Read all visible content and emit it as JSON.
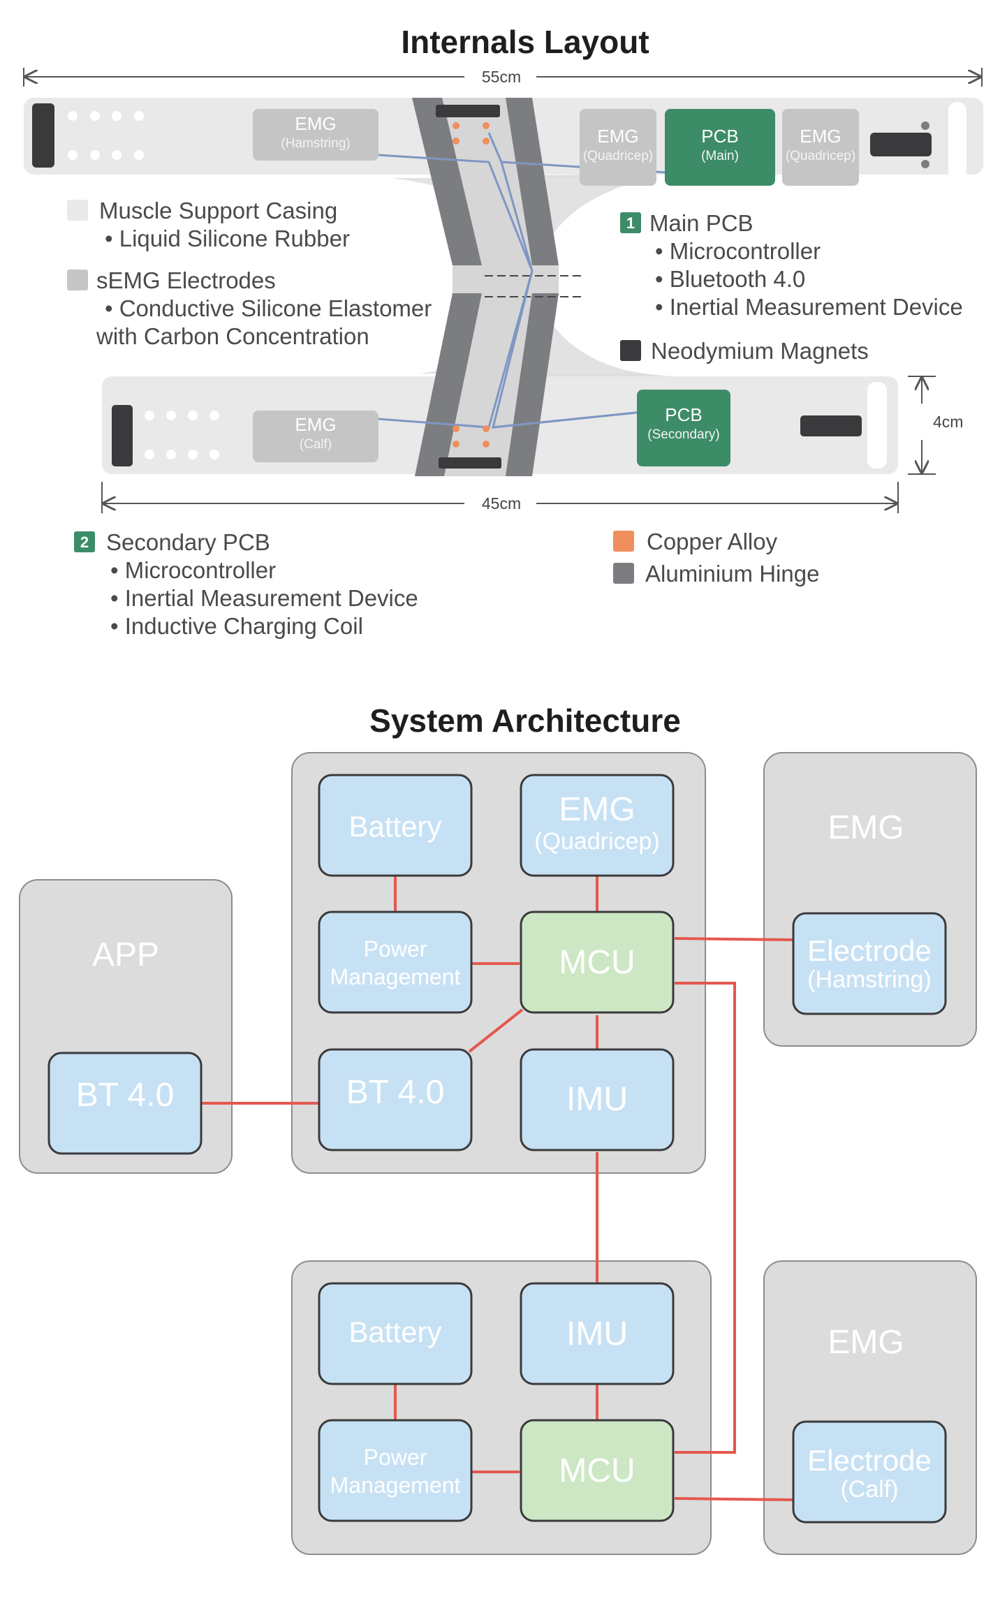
{
  "internals": {
    "title": "Internals Layout",
    "dim_top": "55cm",
    "dim_bottom": "45cm",
    "dim_height": "4cm",
    "components": {
      "emg_hamstring": {
        "label": "EMG",
        "sub": "(Hamstring)"
      },
      "emg_quad_left": {
        "label": "EMG",
        "sub": "(Quadricep)"
      },
      "pcb_main": {
        "label": "PCB",
        "sub": "(Main)"
      },
      "emg_quad_right": {
        "label": "EMG",
        "sub": "(Quadricep)"
      },
      "emg_calf": {
        "label": "EMG",
        "sub": "(Calf)"
      },
      "pcb_secondary": {
        "label": "PCB",
        "sub": "(Secondary)"
      }
    },
    "legend": {
      "casing": {
        "title": "Muscle Support Casing",
        "items": [
          "• Liquid Silicone Rubber"
        ]
      },
      "electrodes": {
        "title": "sEMG Electrodes",
        "items": [
          "• Conductive Silicone Elastomer",
          "with Carbon Concentration"
        ]
      },
      "main_pcb": {
        "number": "1",
        "title": "Main PCB",
        "items": [
          "• Microcontroller",
          "• Bluetooth 4.0",
          "• Inertial Measurement Device"
        ]
      },
      "magnets": {
        "title": "Neodymium Magnets"
      },
      "secondary_pcb": {
        "number": "2",
        "title": "Secondary PCB",
        "items": [
          "• Microcontroller",
          "• Inertial Measurement Device",
          "• Inductive Charging Coil"
        ]
      },
      "copper": {
        "title": "Copper Alloy"
      },
      "hinge": {
        "title": "Aluminium Hinge"
      }
    }
  },
  "architecture": {
    "title": "System Architecture",
    "app_group": {
      "label": "APP",
      "bt": "BT 4.0"
    },
    "main_group": {
      "battery": "Battery",
      "emg": {
        "label": "EMG",
        "sub": "(Quadricep)"
      },
      "power": [
        "Power",
        "Management"
      ],
      "mcu": "MCU",
      "bt": "BT 4.0",
      "imu": "IMU"
    },
    "emg_upper": {
      "label": "EMG",
      "electrode": "Electrode",
      "sub": "(Hamstring)"
    },
    "secondary_group": {
      "battery": "Battery",
      "imu": "IMU",
      "power": [
        "Power",
        "Management"
      ],
      "mcu": "MCU"
    },
    "emg_lower": {
      "label": "EMG",
      "electrode": "Electrode",
      "sub": "(Calf)"
    }
  },
  "colors": {
    "casing": "#e9e9e9",
    "electrode": "#c5c5c6",
    "pcb": "#3c8c68",
    "magnet": "#3a3a3c",
    "copper": "#ef8f5e",
    "hinge": "#7c7d80",
    "wire": "#7d97c3",
    "block_blue": "#c7e1f4",
    "block_green": "#cde7c5",
    "group_gray": "#dcdcdd",
    "link_red": "#e5584e"
  }
}
